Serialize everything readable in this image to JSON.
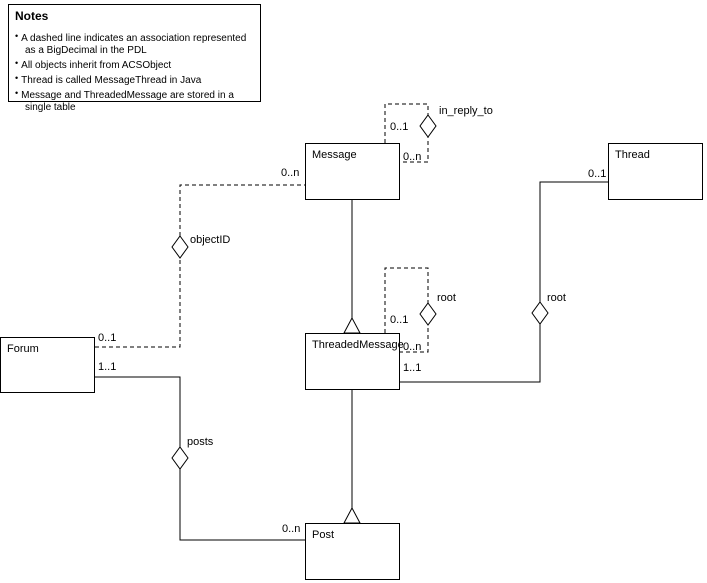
{
  "notes": {
    "title": "Notes",
    "bullet": "•",
    "items": [
      "A dashed line indicates an association represented as a BigDecimal in the PDL",
      "All objects inherit from ACSObject",
      "Thread is called MessageThread in Java",
      "Message and ThreadedMessage are stored in a single table"
    ]
  },
  "classes": {
    "message": {
      "label": "Message"
    },
    "thread": {
      "label": "Thread"
    },
    "forum": {
      "label": "Forum"
    },
    "threaded_message": {
      "label": "ThreadedMessage"
    },
    "post": {
      "label": "Post"
    }
  },
  "labels": {
    "in_reply_to": "in_reply_to",
    "root_self": "root",
    "root_thread": "root",
    "object_id": "objectID",
    "posts": "posts"
  },
  "multiplicities": {
    "message_self_source": "0..1",
    "message_self_target": "0..n",
    "forum_message_message_end": "0..n",
    "forum_message_forum_end": "0..1",
    "forum_post_forum_end": "1..1",
    "forum_post_post_end": "0..n",
    "tm_self_source": "0..1",
    "tm_self_target": "0..n",
    "thread_tm_tm_end": "1..1",
    "thread_tm_thread_end": "0..1"
  },
  "colors": {
    "line": "#000000",
    "background": "#ffffff"
  }
}
